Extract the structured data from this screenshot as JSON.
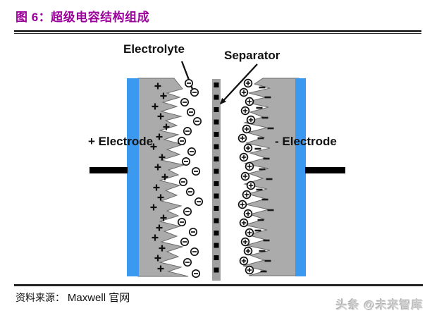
{
  "header": {
    "title": "图 6：超级电容结构组成"
  },
  "diagram": {
    "labels": {
      "electrolyte": "Electrolyte",
      "separator": "Separator",
      "positive_electrode": "+ Electrode",
      "negative_electrode": "- Electrode"
    },
    "symbols": {
      "positive_ion": "⊕",
      "negative_ion": "⊖",
      "positive_charge": "+",
      "negative_charge": "−"
    },
    "colors": {
      "current_collector_blue": "#3b9af0",
      "electrode_gray": "#ababab",
      "separator_gray": "#a0a0a0",
      "title_purple": "#9b009b"
    }
  },
  "footer": {
    "source_label": "资料来源：",
    "source_value": "Maxwell 官网",
    "watermark": "头条 @未来智库"
  }
}
